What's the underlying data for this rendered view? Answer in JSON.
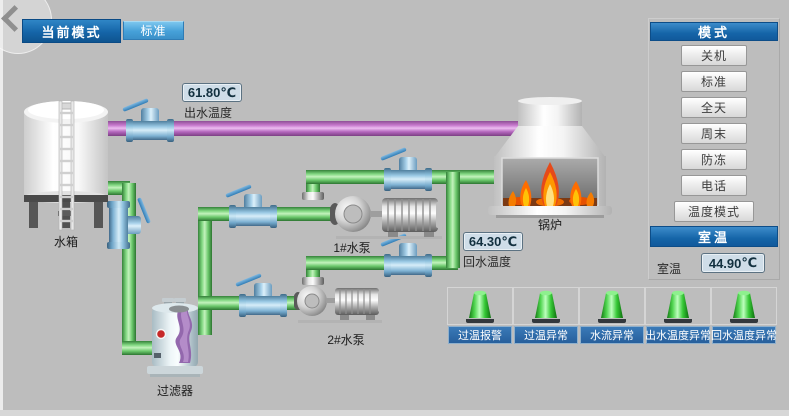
{
  "topbar": {
    "current_mode": "当前模式",
    "mode_value": "标准"
  },
  "equipment": {
    "tank": "水箱",
    "filter": "过滤器",
    "pump1": "1#水泵",
    "pump2": "2#水泵",
    "boiler": "锅炉"
  },
  "readouts": {
    "outlet": {
      "value": "61.80",
      "unit": "℃",
      "label": "出水温度"
    },
    "return": {
      "value": "64.30",
      "unit": "℃",
      "label": "回水温度"
    },
    "room": {
      "value": "44.90",
      "unit": "℃",
      "label": "室温"
    }
  },
  "mode_panel": {
    "header": "模式",
    "buttons": [
      {
        "label": "关机"
      },
      {
        "label": "标准"
      },
      {
        "label": "全天"
      },
      {
        "label": "周末"
      },
      {
        "label": "防冻"
      },
      {
        "label": "电话"
      },
      {
        "label": "温度模式"
      }
    ],
    "room_header": "室温",
    "room_label": "室温"
  },
  "indicators": [
    {
      "label": "过温报警"
    },
    {
      "label": "过温异常"
    },
    {
      "label": "水流异常"
    },
    {
      "label": "出水温度异常"
    },
    {
      "label": "回水温度异常"
    }
  ],
  "colors": {
    "background": "#bdbdbd",
    "header_blue": "#1565a8",
    "light_blue_button": "#46a0d8",
    "pipe_green": "#7fd67f",
    "pipe_purple": "#c678cc",
    "valve_blue": "#9ccbe6",
    "lamp_green": "#3ed43e",
    "indicator_bar_blue": "#2e6da8",
    "flame_orange": "#ff9800"
  }
}
